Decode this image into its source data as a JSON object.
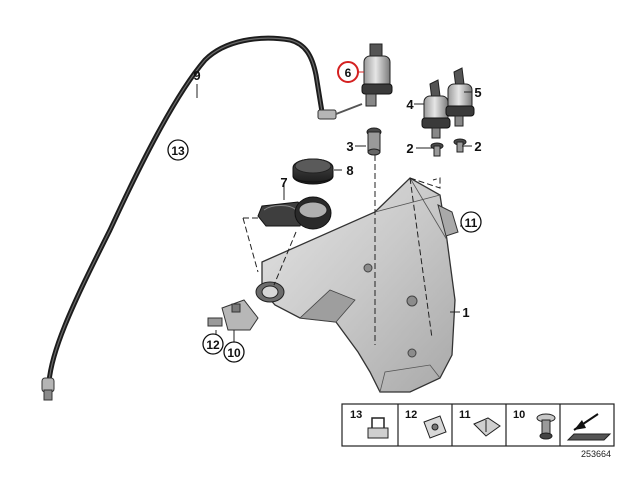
{
  "diagram": {
    "reference_number": "253664",
    "highlight_color": "#d42020",
    "callouts": {
      "c9": "9",
      "c13": "13",
      "c6": "6",
      "c4": "4",
      "c5": "5",
      "c3": "3",
      "c2a": "2",
      "c2b": "2",
      "c8": "8",
      "c7": "7",
      "c11": "11",
      "c1": "1",
      "c12": "12",
      "c10": "10"
    },
    "legend": [
      {
        "number": "13",
        "icon": "hose-clip-icon"
      },
      {
        "number": "12",
        "icon": "clip-nut-icon"
      },
      {
        "number": "11",
        "icon": "spring-nut-icon"
      },
      {
        "number": "10",
        "icon": "expanding-rivet-icon"
      },
      {
        "number": "",
        "icon": "arrow-icon"
      }
    ]
  }
}
